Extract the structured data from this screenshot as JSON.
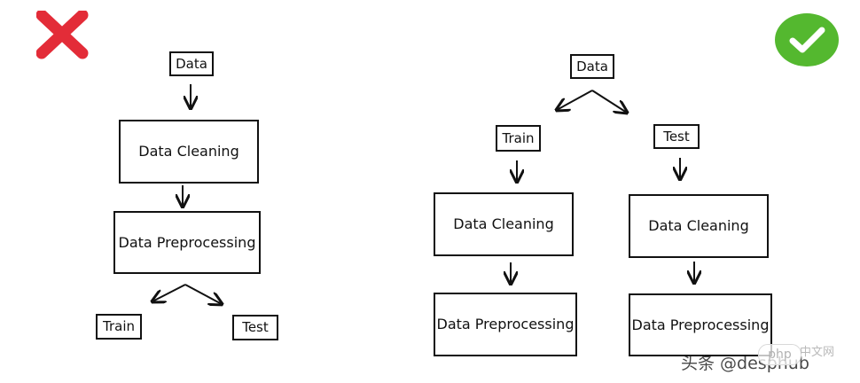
{
  "left_flow": {
    "data_label": "Data",
    "cleaning_label": "Data Cleaning",
    "preprocessing_label": "Data Preprocessing",
    "train_label": "Train",
    "test_label": "Test"
  },
  "right_flow": {
    "data_label": "Data",
    "train_label": "Train",
    "test_label": "Test",
    "train_cleaning_label": "Data Cleaning",
    "test_cleaning_label": "Data Cleaning",
    "train_preprocessing_label": "Data Preprocessing",
    "test_preprocessing_label": "Data Preprocessing"
  },
  "status_icons": {
    "wrong_icon": "red-x-icon",
    "correct_icon": "green-check-icon",
    "wrong_color": "#e32c38",
    "correct_color": "#54b82f"
  },
  "watermark": {
    "text": "头条 @desphub",
    "php_badge": "php",
    "php_suffix": "中文网"
  }
}
